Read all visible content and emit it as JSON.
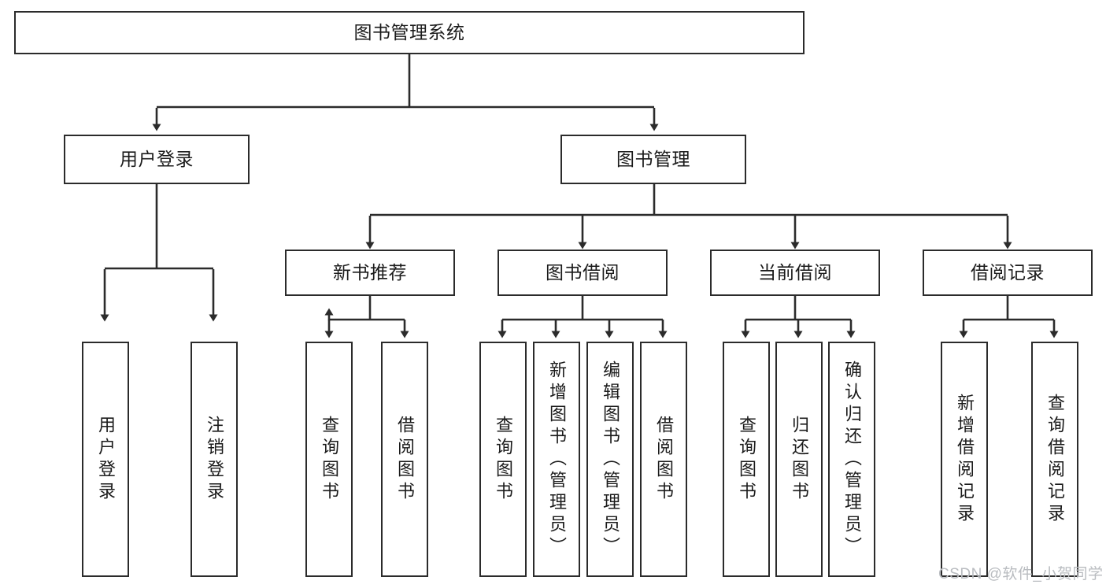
{
  "diagram": {
    "title": "图书管理系统",
    "type": "tree-hierarchy",
    "root": {
      "label": "图书管理系统"
    },
    "level2": [
      {
        "label": "用户登录"
      },
      {
        "label": "图书管理"
      }
    ],
    "level3": [
      {
        "label": "新书推荐"
      },
      {
        "label": "图书借阅"
      },
      {
        "label": "当前借阅"
      },
      {
        "label": "借阅记录"
      }
    ],
    "leaves": {
      "user_login": [
        {
          "label": "用户登录"
        },
        {
          "label": "注销登录"
        }
      ],
      "new_book_recommend": [
        {
          "label": "查询图书"
        },
        {
          "label": "借阅图书"
        }
      ],
      "book_borrow": [
        {
          "label": "查询图书"
        },
        {
          "label": "新增图书（管理员）"
        },
        {
          "label": "编辑图书（管理员）"
        },
        {
          "label": "借阅图书"
        }
      ],
      "current_borrow": [
        {
          "label": "查询图书"
        },
        {
          "label": "归还图书"
        },
        {
          "label": "确认归还（管理员）"
        }
      ],
      "borrow_record": [
        {
          "label": "新增借阅记录"
        },
        {
          "label": "查询借阅记录"
        }
      ]
    }
  },
  "watermark": {
    "text": "CSDN @软件_小贺同学"
  },
  "colors": {
    "stroke": "#2b2b2b",
    "fill": "#ffffff",
    "text": "#1b1b1b",
    "watermark": "#b9bcc0"
  }
}
